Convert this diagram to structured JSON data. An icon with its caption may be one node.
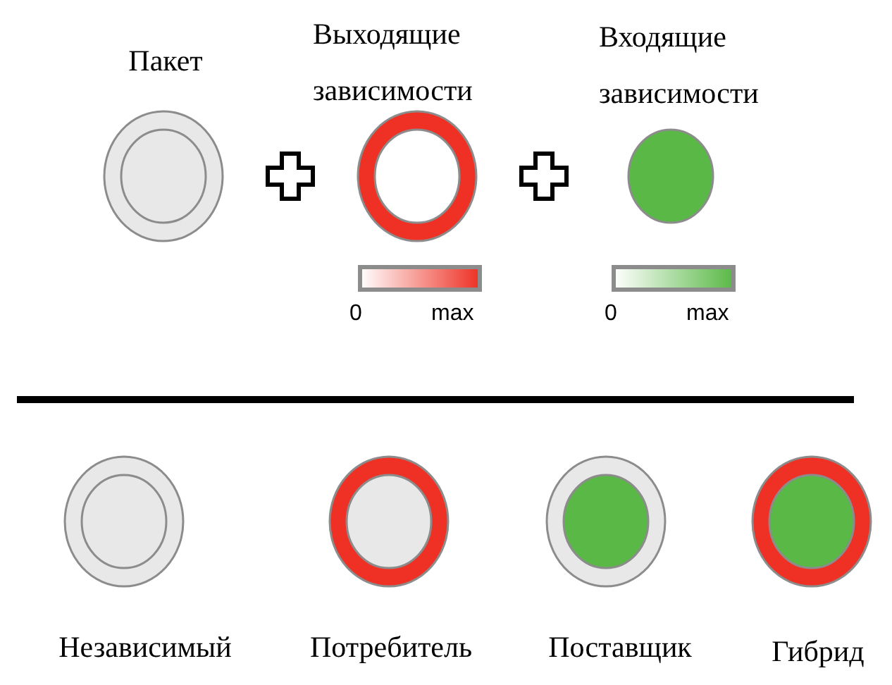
{
  "diagram": {
    "nodes": [
      {
        "text": [
          "Пакет"
        ]
      },
      {
        "text": [
          "Выходящие зависимости"
        ]
      },
      {
        "text": [
          "Входящие зависимости"
        ]
      },
      {
        "text": [
          "Независимый"
        ]
      },
      {
        "text": [
          "Потребитель"
        ]
      },
      {
        "text": [
          "Поставщик"
        ]
      },
      {
        "text": [
          "Гибрид"
        ]
      },
      {
        "text": [],
        "shape": "bar"
      },
      {
        "text": [],
        "shape": "bar"
      }
    ],
    "labels": [
      "0",
      "max",
      "0",
      "max"
    ]
  }
}
